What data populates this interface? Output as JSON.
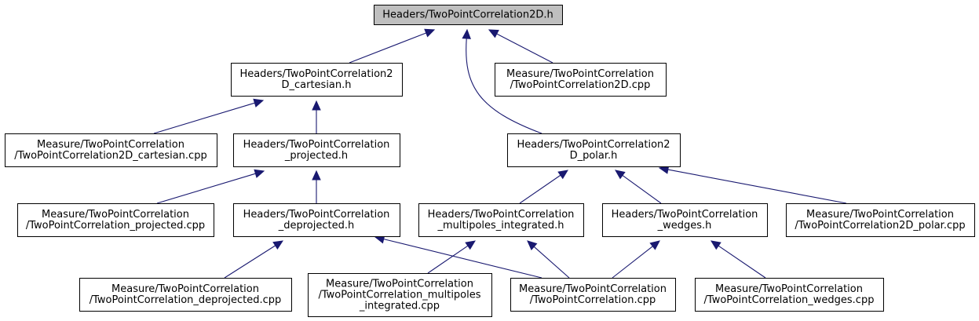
{
  "nodes": [
    {
      "id": "twopoint2d_h",
      "lines": [
        "Headers/TwoPointCorrelation2D.h"
      ],
      "highlighted": true
    },
    {
      "id": "cartesian_h",
      "lines": [
        "Headers/TwoPointCorrelation2",
        "D_cartesian.h"
      ]
    },
    {
      "id": "twopoint2d_cpp",
      "lines": [
        "Measure/TwoPointCorrelation",
        "/TwoPointCorrelation2D.cpp"
      ]
    },
    {
      "id": "cartesian_cpp",
      "lines": [
        "Measure/TwoPointCorrelation",
        "/TwoPointCorrelation2D_cartesian.cpp"
      ]
    },
    {
      "id": "projected_h",
      "lines": [
        "Headers/TwoPointCorrelation",
        "_projected.h"
      ]
    },
    {
      "id": "polar_h",
      "lines": [
        "Headers/TwoPointCorrelation2",
        "D_polar.h"
      ]
    },
    {
      "id": "projected_cpp",
      "lines": [
        "Measure/TwoPointCorrelation",
        "/TwoPointCorrelation_projected.cpp"
      ]
    },
    {
      "id": "deprojected_h",
      "lines": [
        "Headers/TwoPointCorrelation",
        "_deprojected.h"
      ]
    },
    {
      "id": "multipoles_h",
      "lines": [
        "Headers/TwoPointCorrelation",
        "_multipoles_integrated.h"
      ]
    },
    {
      "id": "wedges_h",
      "lines": [
        "Headers/TwoPointCorrelation",
        "_wedges.h"
      ]
    },
    {
      "id": "polar_cpp",
      "lines": [
        "Measure/TwoPointCorrelation",
        "/TwoPointCorrelation2D_polar.cpp"
      ]
    },
    {
      "id": "deprojected_cpp",
      "lines": [
        "Measure/TwoPointCorrelation",
        "/TwoPointCorrelation_deprojected.cpp"
      ]
    },
    {
      "id": "multipoles_cpp",
      "lines": [
        "Measure/TwoPointCorrelation",
        "/TwoPointCorrelation_multipoles",
        "_integrated.cpp"
      ]
    },
    {
      "id": "twopoint_cpp",
      "lines": [
        "Measure/TwoPointCorrelation",
        "/TwoPointCorrelation.cpp"
      ]
    },
    {
      "id": "wedges_cpp",
      "lines": [
        "Measure/TwoPointCorrelation",
        "/TwoPointCorrelation_wedges.cpp"
      ]
    }
  ],
  "edges": [
    {
      "from": "cartesian_h",
      "to": "twopoint2d_h"
    },
    {
      "from": "twopoint2d_cpp",
      "to": "twopoint2d_h"
    },
    {
      "from": "polar_h",
      "to": "twopoint2d_h"
    },
    {
      "from": "cartesian_cpp",
      "to": "cartesian_h"
    },
    {
      "from": "projected_h",
      "to": "cartesian_h"
    },
    {
      "from": "projected_cpp",
      "to": "projected_h"
    },
    {
      "from": "deprojected_h",
      "to": "projected_h"
    },
    {
      "from": "deprojected_cpp",
      "to": "deprojected_h"
    },
    {
      "from": "twopoint_cpp",
      "to": "deprojected_h"
    },
    {
      "from": "multipoles_h",
      "to": "polar_h"
    },
    {
      "from": "wedges_h",
      "to": "polar_h"
    },
    {
      "from": "polar_cpp",
      "to": "polar_h"
    },
    {
      "from": "multipoles_cpp",
      "to": "multipoles_h"
    },
    {
      "from": "twopoint_cpp",
      "to": "multipoles_h"
    },
    {
      "from": "twopoint_cpp",
      "to": "wedges_h"
    },
    {
      "from": "wedges_cpp",
      "to": "wedges_h"
    }
  ]
}
